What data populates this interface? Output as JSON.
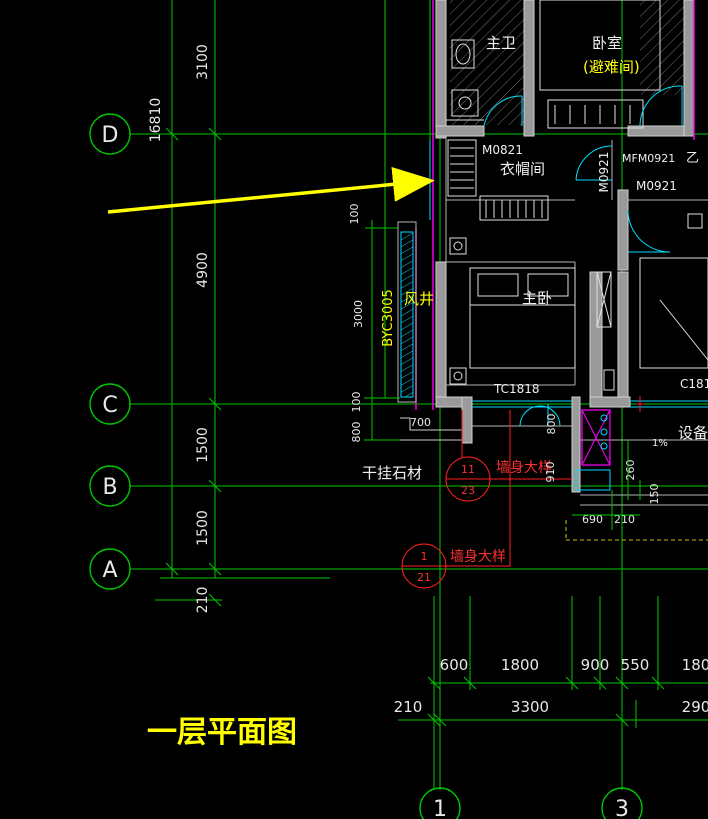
{
  "grid": {
    "D": "D",
    "C": "C",
    "B": "B",
    "A": "A",
    "col1": "1",
    "col3": "3"
  },
  "left_dims": {
    "top": "3100",
    "overall": "16810",
    "dc": "4900",
    "cb": "1500",
    "ba": "1500",
    "base": "210"
  },
  "inner_dims": {
    "d100": "100",
    "d3000": "3000",
    "d100b": "100",
    "d800": "800",
    "d700": "700",
    "d800b": "800",
    "d910": "910",
    "d260": "260",
    "d150": "150",
    "d690": "690",
    "d210": "210"
  },
  "bottom_dims": {
    "row1": [
      "600",
      "1800",
      "900",
      "550",
      "180"
    ],
    "row2_left": "210",
    "row2": [
      "3300",
      "290"
    ]
  },
  "rooms": {
    "toilet": "主卫",
    "bedroom": "卧室",
    "refuge": "(避难间)",
    "cloak": "衣帽间",
    "master": "主卧",
    "shaft": "风井",
    "equip": "设备"
  },
  "tags": {
    "m0821": "M0821",
    "m0921_v": "M0921",
    "mfm0921": "MFM0921",
    "yi": "乙",
    "m0921": "M0921",
    "byc": "BYC3005",
    "tc1818": "TC1818",
    "c181": "C181",
    "slope": "1%",
    "stone": "干挂石材"
  },
  "details": {
    "d1_top": "11",
    "d1_bot": "23",
    "d1_label": "墙身大样",
    "d2_top": "1",
    "d2_bot": "21",
    "d2_label": "墙身大样"
  },
  "caption": "一层平面图",
  "colors": {
    "background": "#000000",
    "grid_line": "#00c800",
    "wall": "#b4b4b4",
    "annotation": "#ffff00",
    "arrow": "#ffff00",
    "detail": "#ff2020",
    "furniture": "#e0e0e0",
    "door": "#00e0ff",
    "shaft_hatch": "#00e0ff",
    "wall_edge": "#ff00ff"
  }
}
